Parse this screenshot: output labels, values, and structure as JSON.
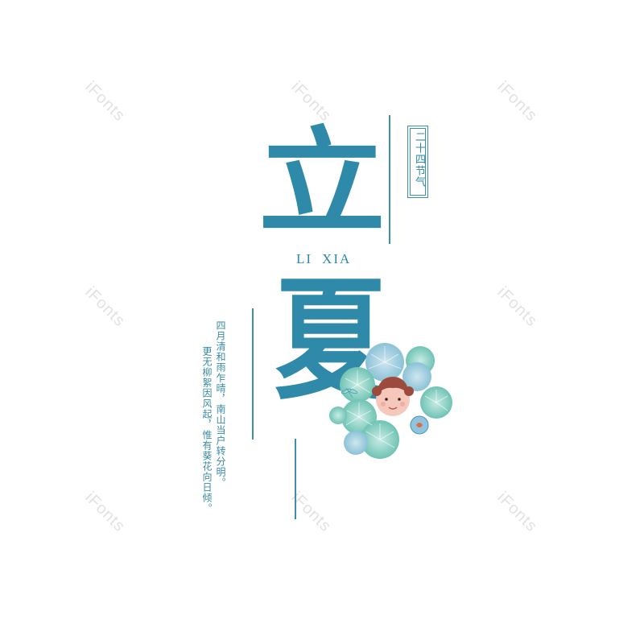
{
  "watermark": "iFonts",
  "title": {
    "char1": "立",
    "char2": "夏",
    "pinyin_1": "LI",
    "pinyin_2": "XIA"
  },
  "badge": "二十四节气",
  "poem": {
    "line1": "四月清和雨乍晴，南山当户转分明。",
    "line2": "更无柳絮因风起，惟有葵花向日倾。"
  },
  "colors": {
    "primary": "#2e8aa8",
    "leaf": "#8fd3c7",
    "watermark": "#e2e2e2"
  }
}
